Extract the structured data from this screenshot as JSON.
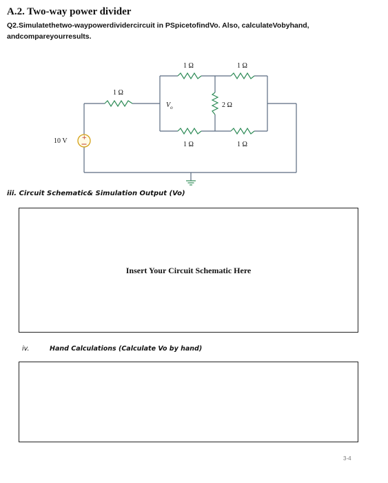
{
  "heading": "A.2. Two-way power divider",
  "question": {
    "number": "Q2.",
    "text": "Simulatethetwo-waypowerdividercircuit  in  PSpicetofindVo.  Also,  calculateVobyhand, andcompareyourresults."
  },
  "circuit": {
    "source_label": "10 V",
    "resistors": [
      "1 Ω",
      "1 Ω",
      "1 Ω",
      "2 Ω",
      "1 Ω",
      "1 Ω"
    ],
    "node_label": "V",
    "node_subscript": "o"
  },
  "section_iii": "iii.  Circuit Schematic& Simulation Output (Vo)",
  "box1_placeholder": "Insert Your Circuit Schematic Here",
  "section_iv": {
    "number": "iv.",
    "label": "Hand Calculations (Calculate Vo by hand)"
  },
  "page_number": "3-4"
}
